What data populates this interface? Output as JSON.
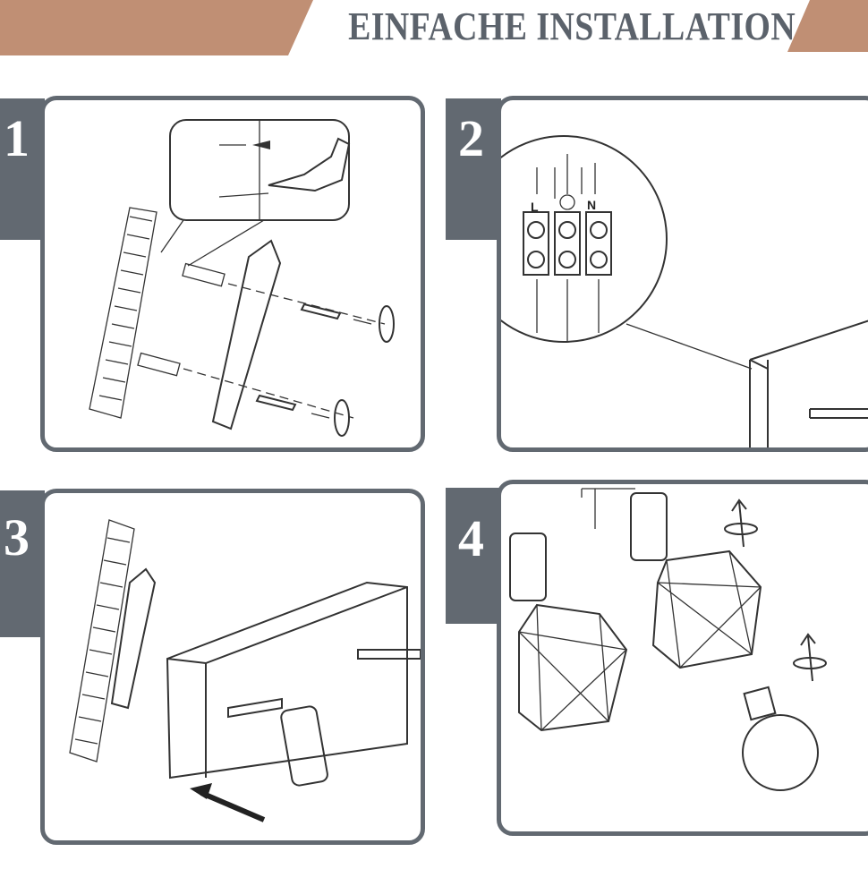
{
  "header": {
    "title": "EINFACHE INSTALLATION",
    "accent_color": "#c08f74",
    "frame_color": "#626971"
  },
  "steps": [
    {
      "number": "1"
    },
    {
      "number": "2",
      "terminal_labels": [
        "L",
        "N"
      ]
    },
    {
      "number": "3"
    },
    {
      "number": "4"
    }
  ]
}
